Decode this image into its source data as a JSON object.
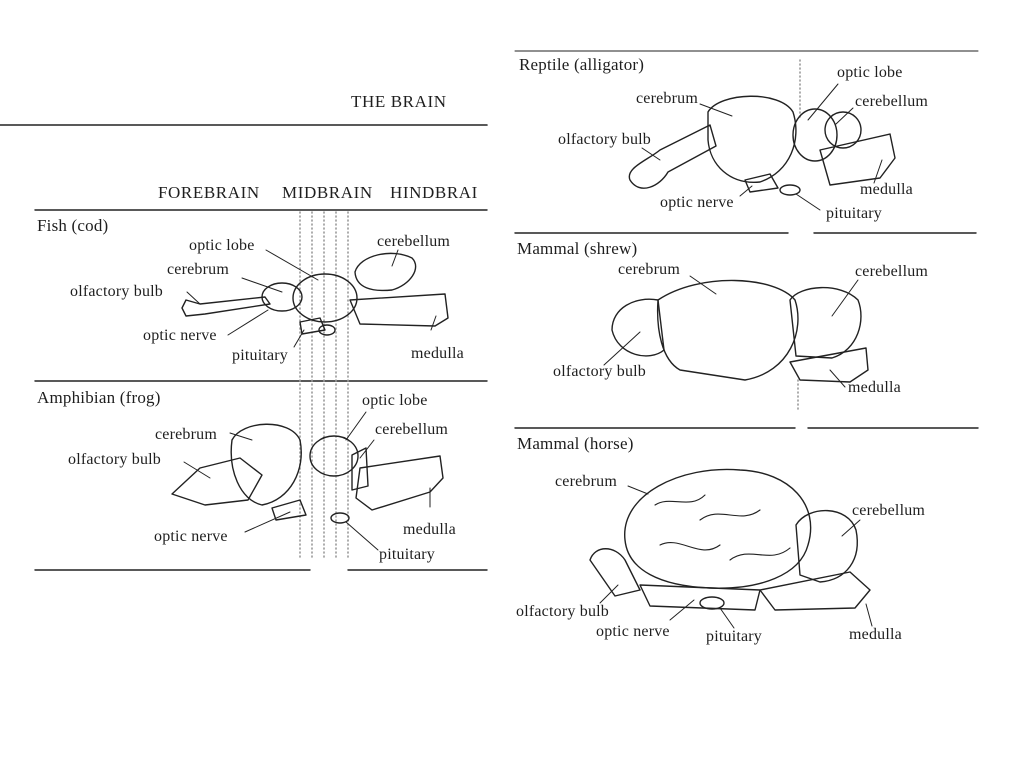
{
  "title": "THE BRAIN",
  "regions": [
    "FOREBRAIN",
    "MIDBRAIN",
    "HINDBRAI"
  ],
  "panels": {
    "fish": {
      "name": "Fish (cod)",
      "labels": {
        "optic_lobe": "optic lobe",
        "cerebrum": "cerebrum",
        "cerebellum": "cerebellum",
        "olfactory_bulb": "olfactory bulb",
        "optic_nerve": "optic nerve",
        "pituitary": "pituitary",
        "medulla": "medulla"
      }
    },
    "amphibian": {
      "name": "Amphibian (frog)",
      "labels": {
        "optic_lobe": "optic lobe",
        "cerebrum": "cerebrum",
        "cerebellum": "cerebellum",
        "olfactory_bulb": "olfactory bulb",
        "optic_nerve": "optic nerve",
        "medulla": "medulla",
        "pituitary": "pituitary"
      }
    },
    "reptile": {
      "name": "Reptile (alligator)",
      "labels": {
        "optic_lobe": "optic lobe",
        "cerebrum": "cerebrum",
        "cerebellum": "cerebellum",
        "olfactory_bulb": "olfactory bulb",
        "medulla": "medulla",
        "optic_nerve": "optic nerve",
        "pituitary": "pituitary"
      }
    },
    "shrew": {
      "name": "Mammal (shrew)",
      "labels": {
        "cerebrum": "cerebrum",
        "cerebellum": "cerebellum",
        "olfactory_bulb": "olfactory bulb",
        "medulla": "medulla"
      }
    },
    "horse": {
      "name": "Mammal (horse)",
      "labels": {
        "cerebrum": "cerebrum",
        "cerebellum": "cerebellum",
        "olfactory_bulb": "olfactory bulb",
        "optic_nerve": "optic nerve",
        "pituitary": "pituitary",
        "medulla": "medulla"
      }
    }
  }
}
